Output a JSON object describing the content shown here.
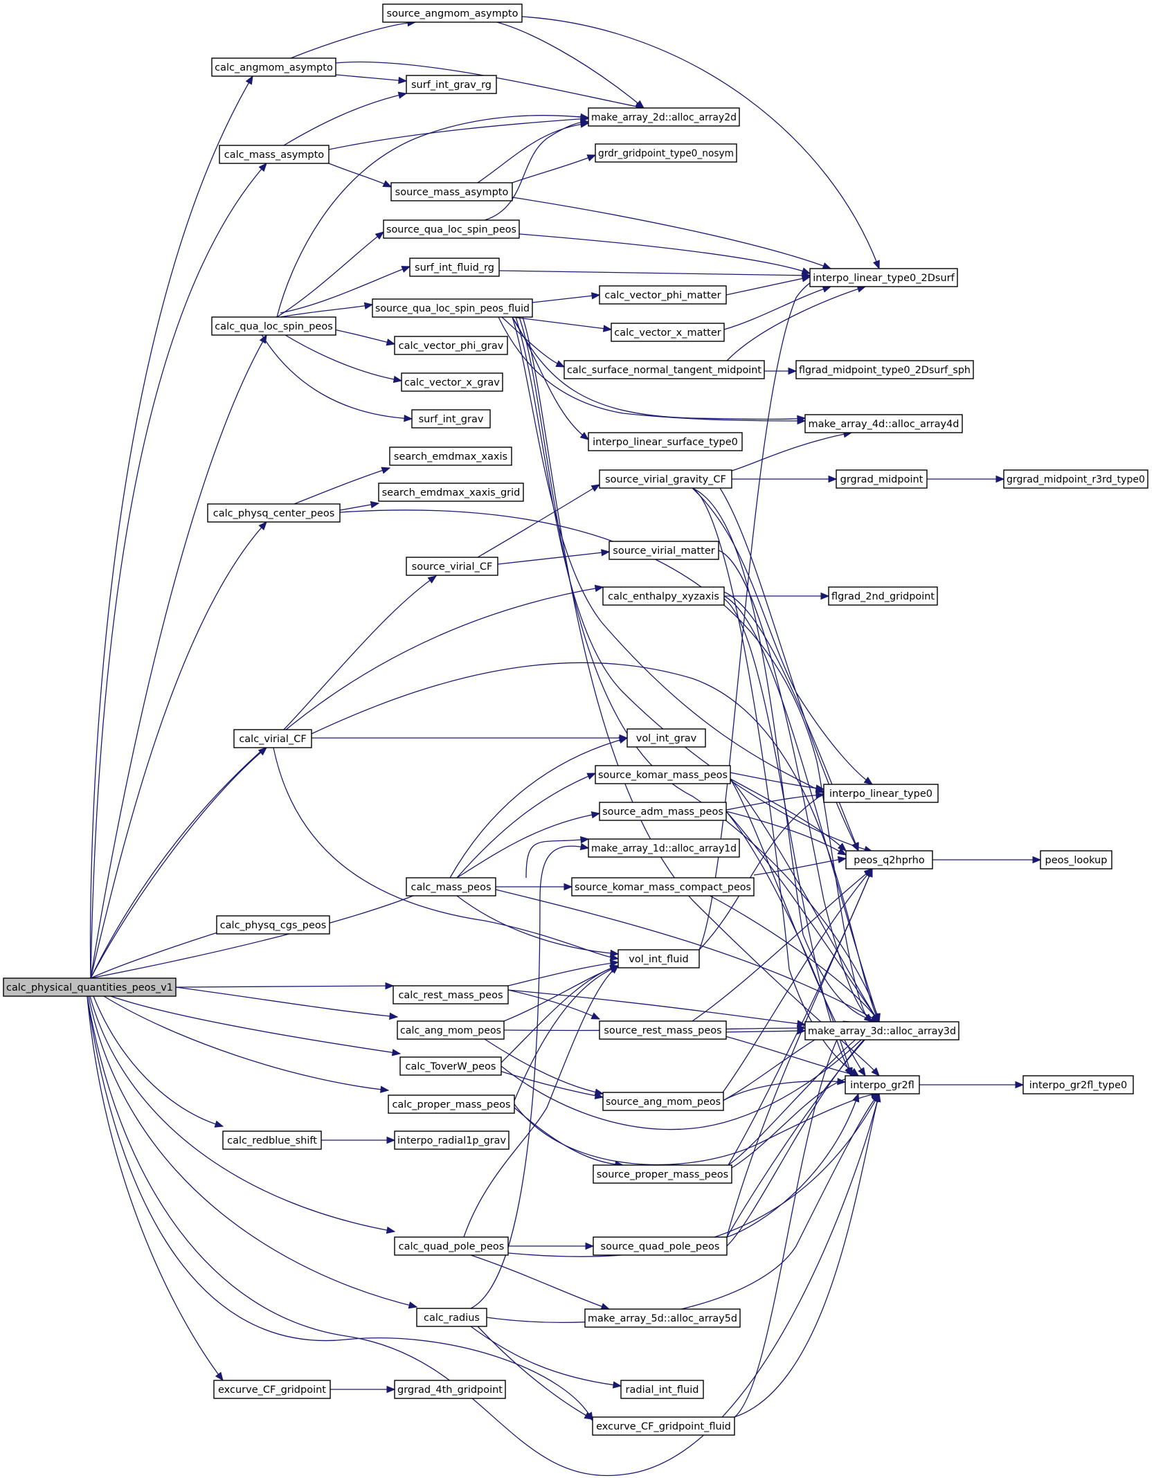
{
  "nodes": [
    {
      "id": "root",
      "label": "calc_physical_quantities_peos_v1",
      "root": true
    },
    {
      "id": "n1",
      "label": "source_angmom_asympto"
    },
    {
      "id": "n2",
      "label": "calc_angmom_asympto"
    },
    {
      "id": "n3",
      "label": "surf_int_grav_rg"
    },
    {
      "id": "n4",
      "label": "make_array_2d::alloc_array2d"
    },
    {
      "id": "n5",
      "label": "calc_mass_asympto"
    },
    {
      "id": "n6",
      "label": "grdr_gridpoint_type0_nosym"
    },
    {
      "id": "n7",
      "label": "source_mass_asympto"
    },
    {
      "id": "n8",
      "label": "source_qua_loc_spin_peos"
    },
    {
      "id": "n9",
      "label": "interpo_linear_type0_2Dsurf"
    },
    {
      "id": "n10",
      "label": "surf_int_fluid_rg"
    },
    {
      "id": "n11",
      "label": "source_qua_loc_spin_peos_fluid"
    },
    {
      "id": "n12",
      "label": "calc_vector_phi_matter"
    },
    {
      "id": "n13",
      "label": "calc_qua_loc_spin_peos"
    },
    {
      "id": "n14",
      "label": "calc_vector_x_matter"
    },
    {
      "id": "n15",
      "label": "calc_vector_phi_grav"
    },
    {
      "id": "n16",
      "label": "calc_surface_normal_tangent_midpoint"
    },
    {
      "id": "n17",
      "label": "flgrad_midpoint_type0_2Dsurf_sph"
    },
    {
      "id": "n18",
      "label": "calc_vector_x_grav"
    },
    {
      "id": "n19",
      "label": "surf_int_grav"
    },
    {
      "id": "n20",
      "label": "make_array_4d::alloc_array4d"
    },
    {
      "id": "n21",
      "label": "interpo_linear_surface_type0"
    },
    {
      "id": "n22",
      "label": "search_emdmax_xaxis"
    },
    {
      "id": "n23",
      "label": "source_virial_gravity_CF"
    },
    {
      "id": "n24",
      "label": "grgrad_midpoint"
    },
    {
      "id": "n25",
      "label": "grgrad_midpoint_r3rd_type0"
    },
    {
      "id": "n26",
      "label": "search_emdmax_xaxis_grid"
    },
    {
      "id": "n27",
      "label": "calc_physq_center_peos"
    },
    {
      "id": "n28",
      "label": "source_virial_matter"
    },
    {
      "id": "n29",
      "label": "source_virial_CF"
    },
    {
      "id": "n30",
      "label": "calc_enthalpy_xyzaxis"
    },
    {
      "id": "n31",
      "label": "flgrad_2nd_gridpoint"
    },
    {
      "id": "n32",
      "label": "calc_virial_CF"
    },
    {
      "id": "n33",
      "label": "vol_int_grav"
    },
    {
      "id": "n34",
      "label": "source_komar_mass_peos"
    },
    {
      "id": "n35",
      "label": "interpo_linear_type0"
    },
    {
      "id": "n36",
      "label": "source_adm_mass_peos"
    },
    {
      "id": "n37",
      "label": "make_array_1d::alloc_array1d"
    },
    {
      "id": "n38",
      "label": "peos_q2hprho"
    },
    {
      "id": "n39",
      "label": "peos_lookup"
    },
    {
      "id": "n40",
      "label": "calc_mass_peos"
    },
    {
      "id": "n41",
      "label": "source_komar_mass_compact_peos"
    },
    {
      "id": "n42",
      "label": "calc_physq_cgs_peos"
    },
    {
      "id": "n43",
      "label": "vol_int_fluid"
    },
    {
      "id": "n44",
      "label": "calc_rest_mass_peos"
    },
    {
      "id": "n45",
      "label": "calc_ang_mom_peos"
    },
    {
      "id": "n46",
      "label": "source_rest_mass_peos"
    },
    {
      "id": "n47",
      "label": "make_array_3d::alloc_array3d"
    },
    {
      "id": "n48",
      "label": "calc_ToverW_peos"
    },
    {
      "id": "n49",
      "label": "interpo_gr2fl"
    },
    {
      "id": "n50",
      "label": "interpo_gr2fl_type0"
    },
    {
      "id": "n51",
      "label": "source_ang_mom_peos"
    },
    {
      "id": "n52",
      "label": "calc_proper_mass_peos"
    },
    {
      "id": "n53",
      "label": "calc_redblue_shift"
    },
    {
      "id": "n54",
      "label": "interpo_radial1p_grav"
    },
    {
      "id": "n55",
      "label": "source_proper_mass_peos"
    },
    {
      "id": "n56",
      "label": "calc_quad_pole_peos"
    },
    {
      "id": "n57",
      "label": "source_quad_pole_peos"
    },
    {
      "id": "n58",
      "label": "calc_radius"
    },
    {
      "id": "n59",
      "label": "make_array_5d::alloc_array5d"
    },
    {
      "id": "n60",
      "label": "excurve_CF_gridpoint"
    },
    {
      "id": "n61",
      "label": "grgrad_4th_gridpoint"
    },
    {
      "id": "n62",
      "label": "radial_int_fluid"
    },
    {
      "id": "n63",
      "label": "excurve_CF_gridpoint_fluid"
    }
  ]
}
